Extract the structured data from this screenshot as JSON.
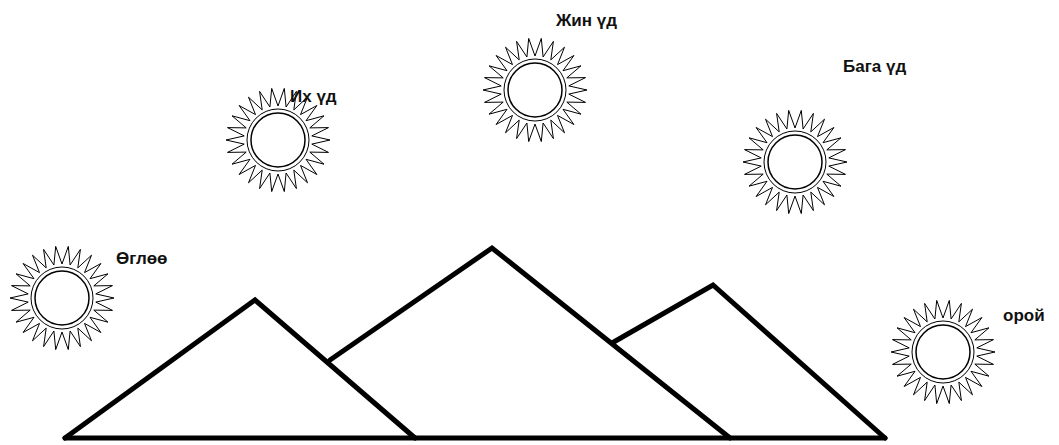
{
  "diagram": {
    "labels": [
      "Өглөө",
      "Их үд",
      "Жин үд",
      "Бага үд",
      "орой"
    ]
  }
}
